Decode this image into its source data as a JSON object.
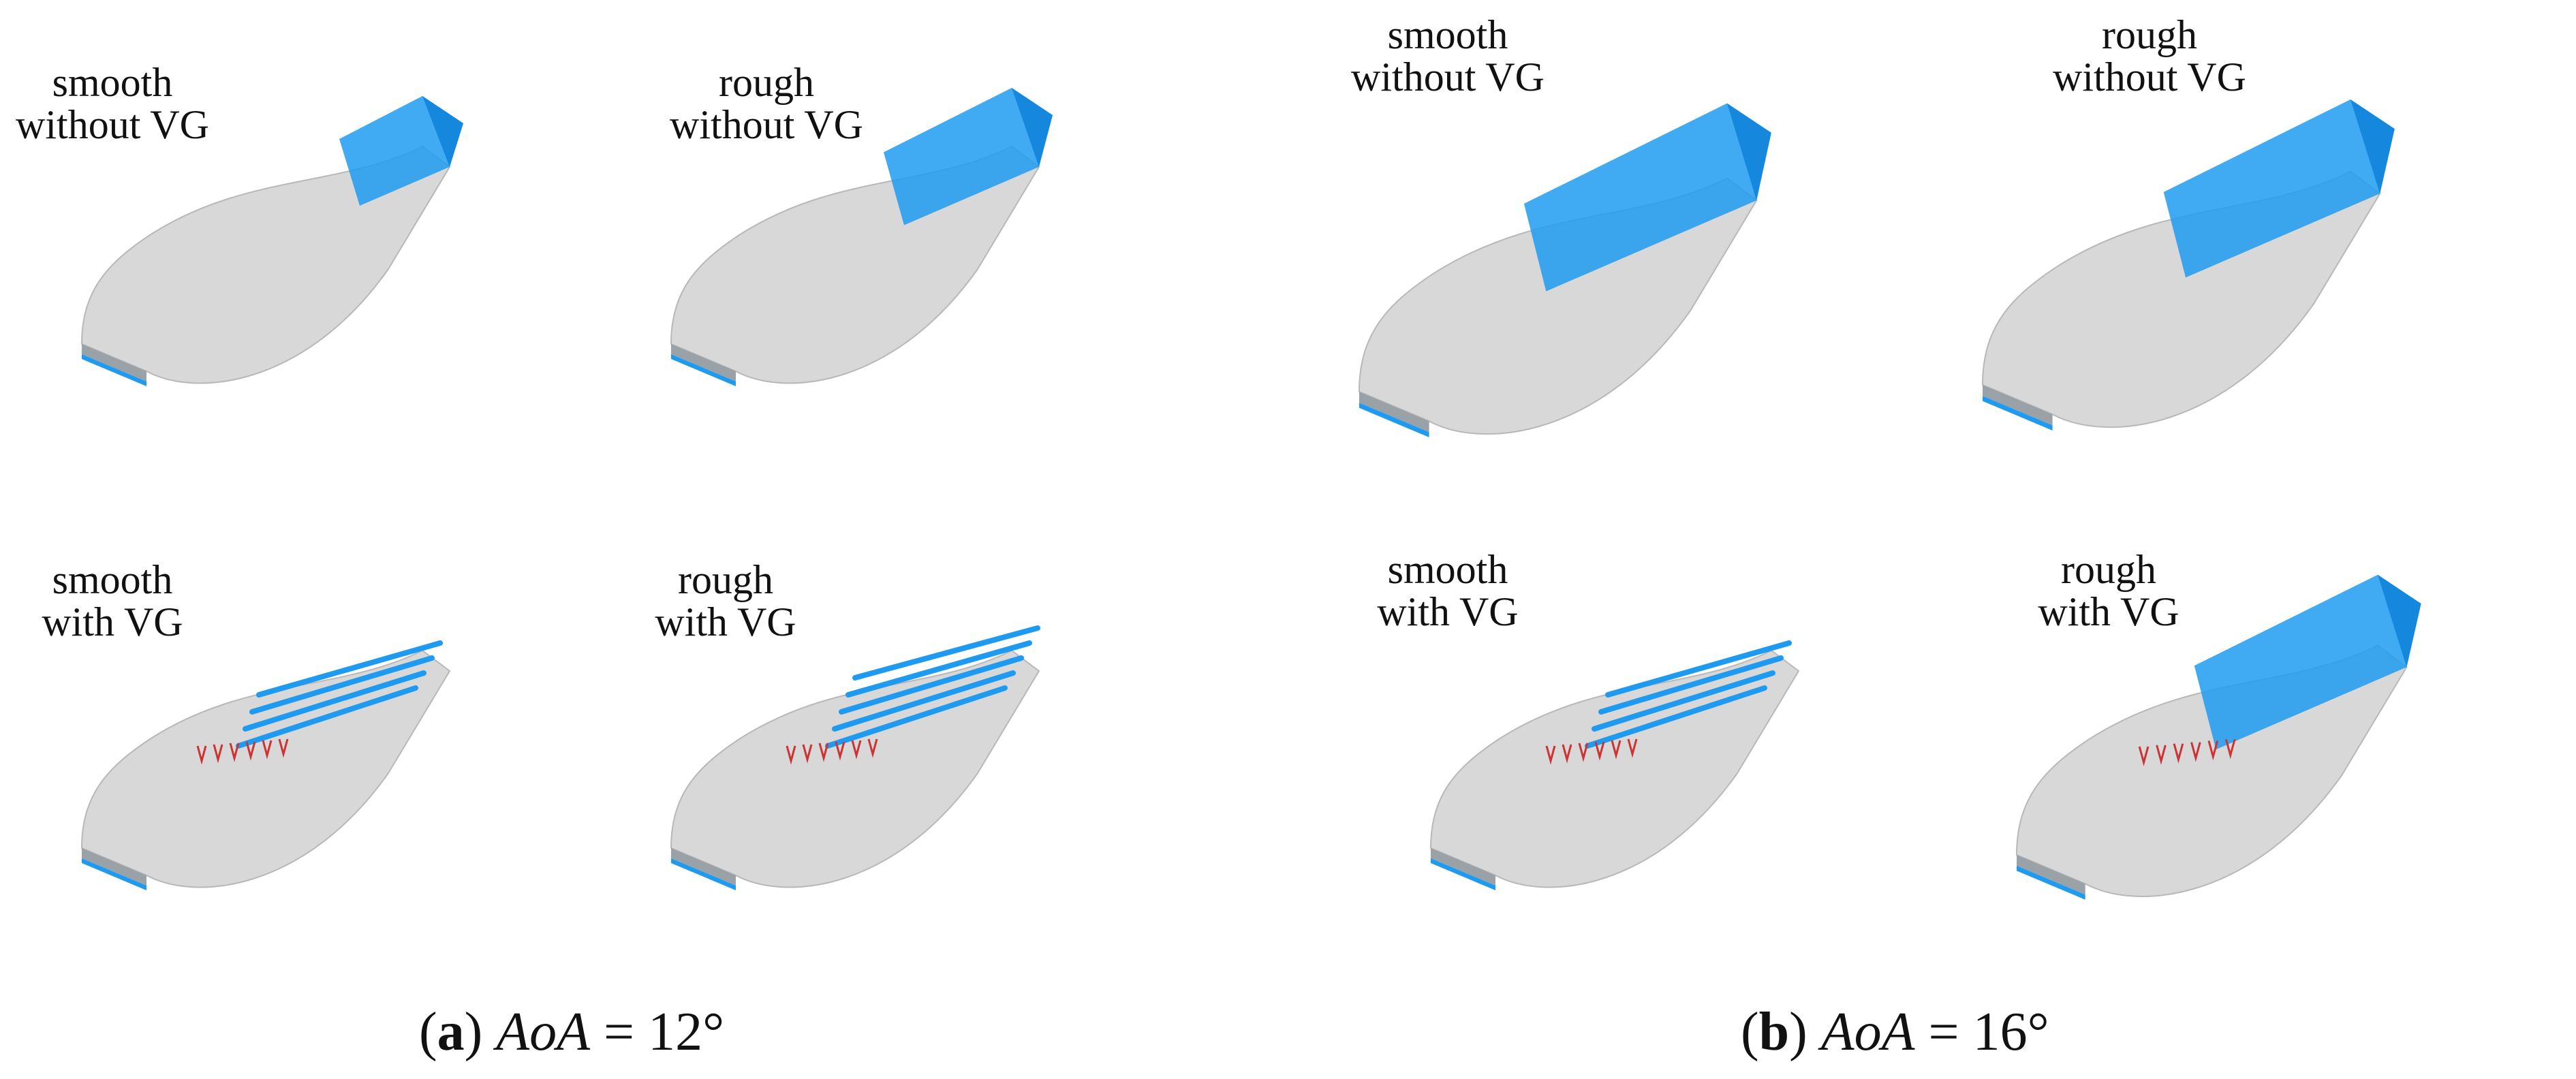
{
  "colors": {
    "wing_surface": "#d8d8d8",
    "leading_edge": "#9aa1a7",
    "separation_region": "#1e9bf0",
    "separation_dark": "#0a7fd8",
    "vortex_generator": "#cc3333",
    "text": "#111111"
  },
  "panels": [
    {
      "id": "a",
      "caption": {
        "letter": "a",
        "variable": "AoA",
        "value": "= 12°"
      },
      "cases": [
        {
          "surface": "smooth",
          "config": "without VG",
          "separation_extent": 0.3,
          "streaks": 0
        },
        {
          "surface": "rough",
          "config": "without VG",
          "separation_extent": 0.45,
          "streaks": 0
        },
        {
          "surface": "smooth",
          "config": "with VG",
          "separation_extent": 0.0,
          "streaks": 4
        },
        {
          "surface": "rough",
          "config": "with VG",
          "separation_extent": 0.0,
          "streaks": 5
        }
      ]
    },
    {
      "id": "b",
      "caption": {
        "letter": "b",
        "variable": "AoA",
        "value": "= 16°"
      },
      "cases": [
        {
          "surface": "smooth",
          "config": "without VG",
          "separation_extent": 0.65,
          "streaks": 0
        },
        {
          "surface": "rough",
          "config": "without VG",
          "separation_extent": 0.6,
          "streaks": 0
        },
        {
          "surface": "smooth",
          "config": "with VG",
          "separation_extent": 0.0,
          "streaks": 4
        },
        {
          "surface": "rough",
          "config": "with VG",
          "separation_extent": 0.6,
          "streaks": 0
        }
      ]
    }
  ]
}
